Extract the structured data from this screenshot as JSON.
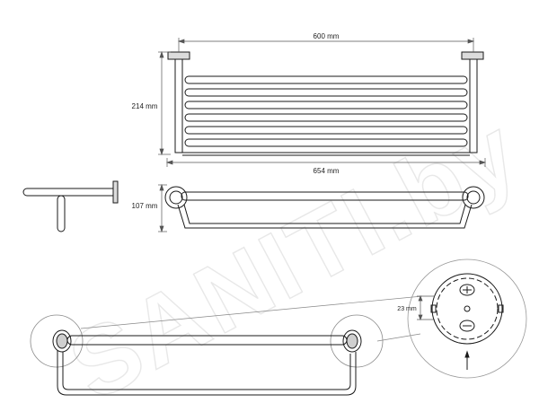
{
  "colors": {
    "line": "#1a1a1a",
    "dim_line": "#555555",
    "watermark": "#e8e8e8"
  },
  "watermark": {
    "text": "SANITI.by"
  },
  "dimensions": {
    "top_width": "600 mm",
    "overall_width": "654 mm",
    "shelf_height": "214 mm",
    "bar_height": "107 mm",
    "mount_detail": "23 mm"
  }
}
